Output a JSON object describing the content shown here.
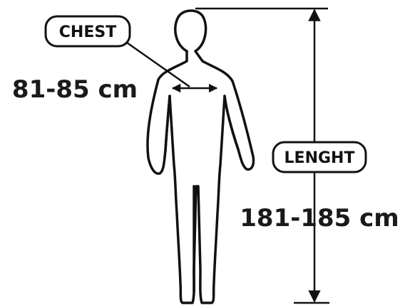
{
  "chest": {
    "label": "CHEST",
    "value": "81-85 cm"
  },
  "length": {
    "label": "LENGHT",
    "value": "181-185 cm"
  },
  "colors": {
    "ink": "#111111",
    "background": "#ffffff"
  }
}
